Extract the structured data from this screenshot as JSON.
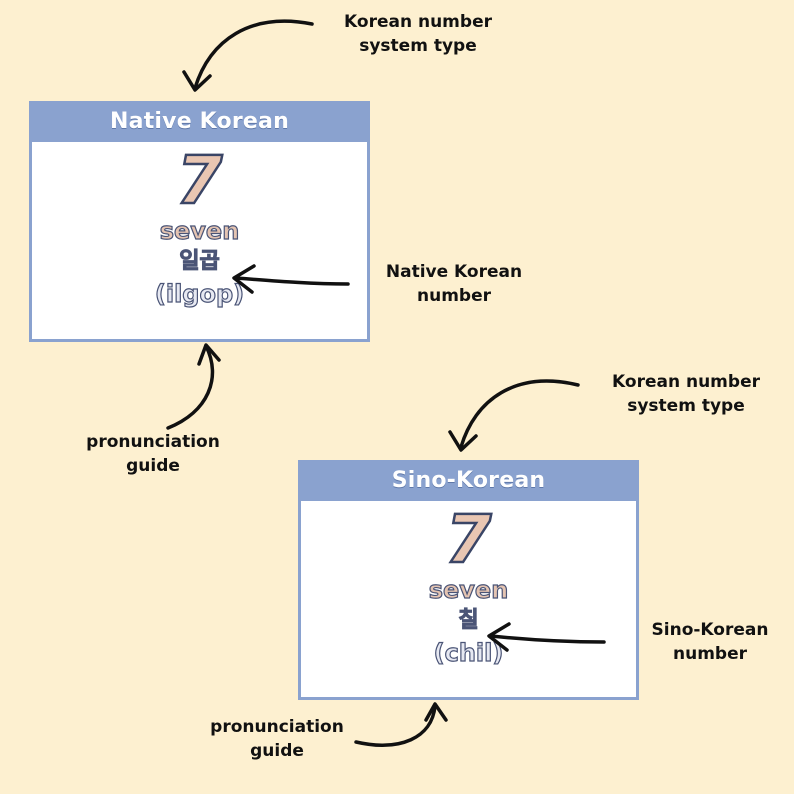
{
  "colors": {
    "background": "#fdf0d0",
    "card_accent": "#8aa2cf",
    "digit_fill": "#e9c6b2",
    "outline": "#3a4566"
  },
  "cards": [
    {
      "header": "Native Korean",
      "digit": "7",
      "english": "seven",
      "korean": "일곱",
      "pronunciation": "(ilgop)"
    },
    {
      "header": "Sino-Korean",
      "digit": "7",
      "english": "seven",
      "korean": "칠",
      "pronunciation": "(chil)"
    }
  ],
  "annotations": {
    "type_top_line1": "Korean number",
    "type_top_line2": "system type",
    "native_number_line1": "Native Korean",
    "native_number_line2": "number",
    "pron_left_line1": "pronunciation",
    "pron_left_line2": "guide",
    "type_bottom_line1": "Korean number",
    "type_bottom_line2": "system type",
    "sino_number_line1": "Sino-Korean",
    "sino_number_line2": "number",
    "pron_bottom_line1": "pronunciation",
    "pron_bottom_line2": "guide"
  }
}
